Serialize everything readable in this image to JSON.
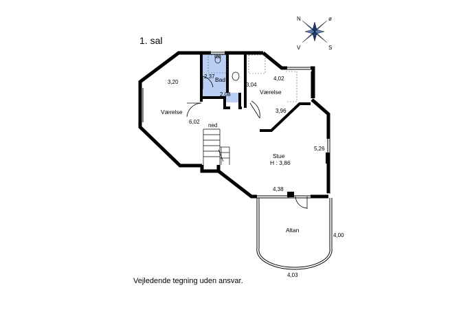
{
  "plan": {
    "floor_title": "1. sal",
    "disclaimer": "Vejledende tegning uden ansvar.",
    "compass": {
      "n": "N",
      "e": "ø",
      "w": "V",
      "s": "S"
    },
    "rooms": {
      "vaerelse_left": "Værelse",
      "vaerelse_right": "Værelse",
      "bad": "Bad",
      "stue": "Stue",
      "stue_height": "H : 3,86",
      "altan": "Altan",
      "stair_label": "ned"
    },
    "dims": {
      "d320": "3,20",
      "d602": "6,02",
      "d237": "2,37",
      "d208": "2,08",
      "d304": "3,04",
      "d402": "4,02",
      "d396": "3,96",
      "d526": "5,26",
      "d438": "4,38",
      "d400": "4,00",
      "d403": "4,03"
    },
    "colors": {
      "wall": "#000000",
      "bath_fill": "#b9cff4"
    }
  }
}
